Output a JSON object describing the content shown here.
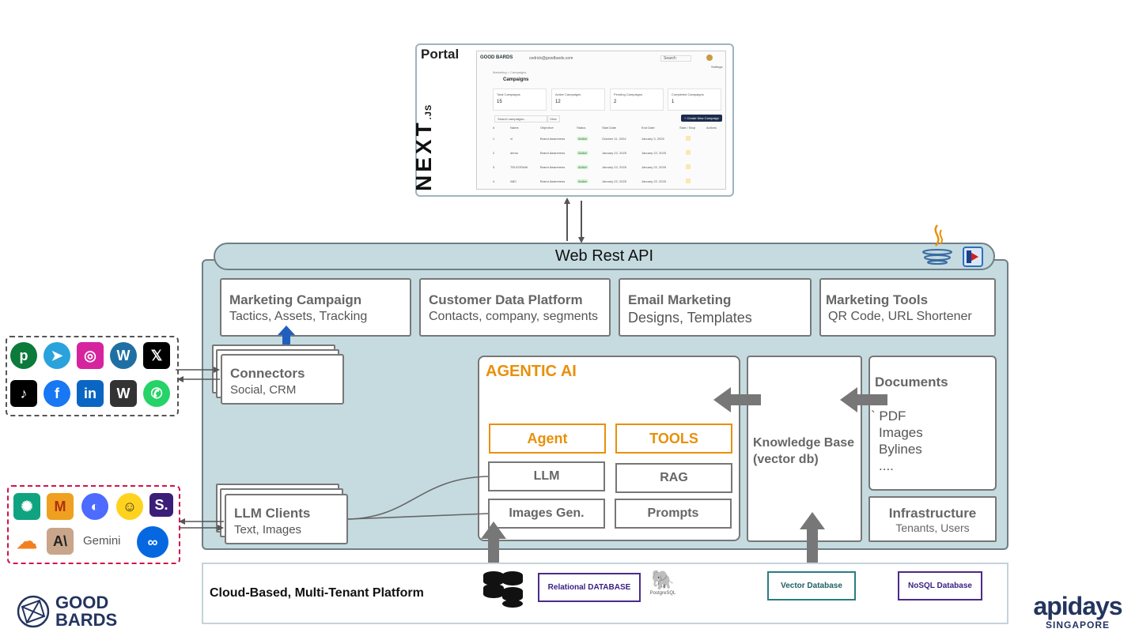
{
  "portal": {
    "title": "Portal",
    "framework_logo": "NEXT",
    "framework_suffix": ".JS",
    "screenshot": {
      "brand": "GOOD BARDS",
      "account": "cedrick@goodbards.com",
      "search": "Search",
      "settings": "Settings",
      "breadcrumb": "Marketing  >  Campaigns",
      "page_title": "Campaigns",
      "stats": [
        {
          "label": "Total Campaigns",
          "value": "15"
        },
        {
          "label": "Active Campaigns",
          "value": "12"
        },
        {
          "label": "Pending Campaigns",
          "value": "2"
        },
        {
          "label": "Completed Campaigns",
          "value": "1"
        }
      ],
      "search_placeholder": "Search campaigns...",
      "view_label": "View",
      "create_button": "+ Create New Campaign",
      "columns": [
        "#",
        "Name",
        "Objective",
        "Status",
        "Start Date",
        "End Date",
        "Start / Stop",
        "Actions"
      ],
      "rows": [
        {
          "n": "1",
          "name": "xl",
          "objective": "Brand Awareness",
          "status": "Active",
          "start": "October 11, 2024",
          "end": "January 3, 2025"
        },
        {
          "n": "2",
          "name": "demo",
          "objective": "Brand Awareness",
          "status": "Active",
          "start": "January 22, 2025",
          "end": "January 22, 2025"
        },
        {
          "n": "3",
          "name": "TELEGRAM",
          "objective": "Brand Awareness",
          "status": "Active",
          "start": "January 22, 2025",
          "end": "January 22, 2025"
        },
        {
          "n": "4",
          "name": "ABC",
          "objective": "Brand Awareness",
          "status": "Active",
          "start": "January 22, 2025",
          "end": "January 22, 2025"
        }
      ]
    }
  },
  "api": {
    "label": "Web Rest API"
  },
  "top_modules": [
    {
      "title": "Marketing Campaign",
      "subtitle": "Tactics, Assets, Tracking"
    },
    {
      "title": "Customer Data Platform",
      "subtitle": "Contacts, company, segments"
    },
    {
      "title": "Email Marketing",
      "subtitle": "Designs, Templates"
    },
    {
      "title": "Marketing Tools",
      "subtitle": "QR Code, URL Shortener"
    }
  ],
  "connectors": {
    "title": "Connectors",
    "subtitle": "Social, CRM"
  },
  "llm_clients": {
    "title": "LLM Clients",
    "subtitle": "Text, Images"
  },
  "agentic": {
    "title": "AGENTIC AI",
    "agent": "Agent",
    "tools": "TOOLS",
    "llm": "LLM",
    "rag": "RAG",
    "images_gen": "Images Gen.",
    "prompts": "Prompts"
  },
  "knowledge_base": {
    "line1": "Knowledge Base",
    "line2": "(vector db)"
  },
  "documents": {
    "title": "Documents",
    "items": [
      "` PDF",
      "Images",
      "Bylines",
      "...."
    ]
  },
  "infrastructure": {
    "title": "Infrastructure",
    "subtitle": "Tenants, Users"
  },
  "social_icons": [
    "pinterest-like-icon",
    "telegram-icon",
    "instagram-icon",
    "wordpress-icon",
    "x-icon",
    "tiktok-icon",
    "facebook-icon",
    "linkedin-icon",
    "wordpress-dark-icon",
    "whatsapp-icon"
  ],
  "ai_icons": [
    "openai-icon",
    "mistral-icon",
    "deepseek-icon",
    "huggingface-icon",
    "stability-icon",
    "cloudflare-icon",
    "anthropic-icon",
    "meta-icon"
  ],
  "gemini_label": "Gemini",
  "cloud": {
    "label": "Cloud-Based, Multi-Tenant Platform",
    "relational": "Relational DATABASE",
    "vector": "Vector Database",
    "nosql": "NoSQL Database",
    "postgres_caption": "PostgreSQL"
  },
  "brand": {
    "line1": "GOOD",
    "line2": "BARDS"
  },
  "event": {
    "name": "apidays",
    "city": "SINGAPORE"
  },
  "colors": {
    "platform_bg": "#c5dbe0",
    "accent_orange": "#e8900a",
    "arrow_gray": "#777777",
    "arrow_blue": "#1f5fbf",
    "brand_navy": "#23345f"
  }
}
